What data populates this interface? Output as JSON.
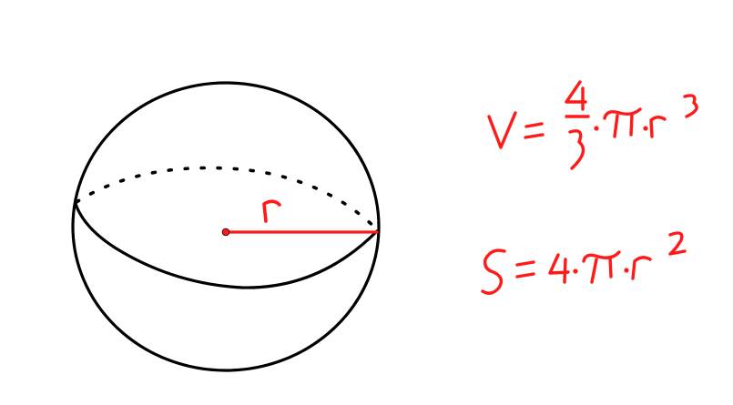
{
  "diagram": {
    "radius_label": "r",
    "colors": {
      "outline": "#000000",
      "accent": "#ff1a1a",
      "background": "#ffffff"
    }
  },
  "formulas": {
    "volume": {
      "lhs": "V",
      "eq": "=",
      "frac_num": "4",
      "frac_den": "3",
      "dot1": "·",
      "pi": "π",
      "dot2": "·",
      "r": "r",
      "exp": "3"
    },
    "surface": {
      "lhs": "S",
      "eq": "=",
      "coef": "4",
      "dot1": "·",
      "pi": "π",
      "dot2": "·",
      "r": "r",
      "exp": "2"
    }
  }
}
